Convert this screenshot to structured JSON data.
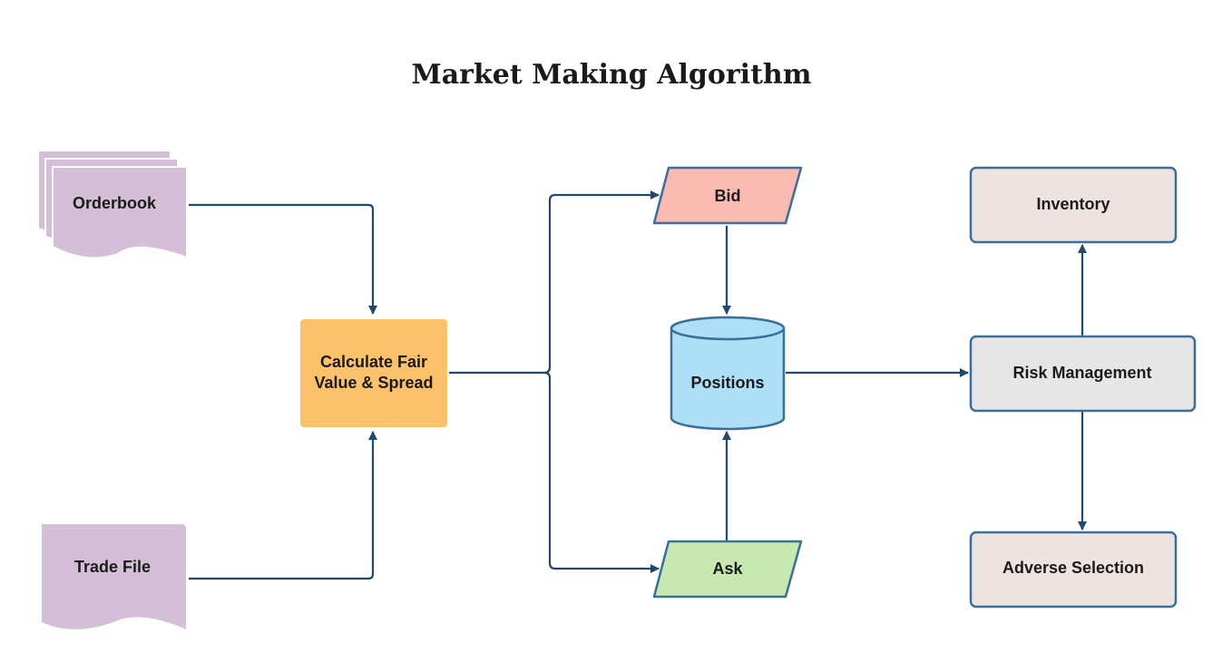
{
  "title": "Market Making Algorithm",
  "nodes": {
    "orderbook": {
      "label": "Orderbook",
      "shape": "multi-document",
      "color": "#d5bfd8"
    },
    "trade_file": {
      "label": "Trade File",
      "shape": "document",
      "color": "#d5bfd8"
    },
    "calculate": {
      "label_line1": "Calculate Fair",
      "label_line2": "Value & Spread",
      "shape": "process",
      "color": "#fbc26b"
    },
    "bid": {
      "label": "Bid",
      "shape": "data",
      "color": "#f8bab1"
    },
    "ask": {
      "label": "Ask",
      "shape": "data",
      "color": "#c7e8b0"
    },
    "positions": {
      "label": "Positions",
      "shape": "database",
      "color": "#ade0f7"
    },
    "risk_management": {
      "label": "Risk Management",
      "shape": "process",
      "color": "#e6e6e6"
    },
    "inventory": {
      "label": "Inventory",
      "shape": "process",
      "color": "#ede3e0"
    },
    "adverse_selection": {
      "label": "Adverse Selection",
      "shape": "process",
      "color": "#ede3e0"
    }
  },
  "edges": [
    {
      "from": "Orderbook",
      "to": "Calculate Fair Value & Spread"
    },
    {
      "from": "Trade File",
      "to": "Calculate Fair Value & Spread"
    },
    {
      "from": "Calculate Fair Value & Spread",
      "to": "Bid"
    },
    {
      "from": "Calculate Fair Value & Spread",
      "to": "Ask"
    },
    {
      "from": "Bid",
      "to": "Positions"
    },
    {
      "from": "Ask",
      "to": "Positions"
    },
    {
      "from": "Positions",
      "to": "Risk Management"
    },
    {
      "from": "Risk Management",
      "to": "Inventory"
    },
    {
      "from": "Risk Management",
      "to": "Adverse Selection"
    }
  ],
  "colors": {
    "connector": "#23486b",
    "shape_border": "#3b6f9a"
  }
}
